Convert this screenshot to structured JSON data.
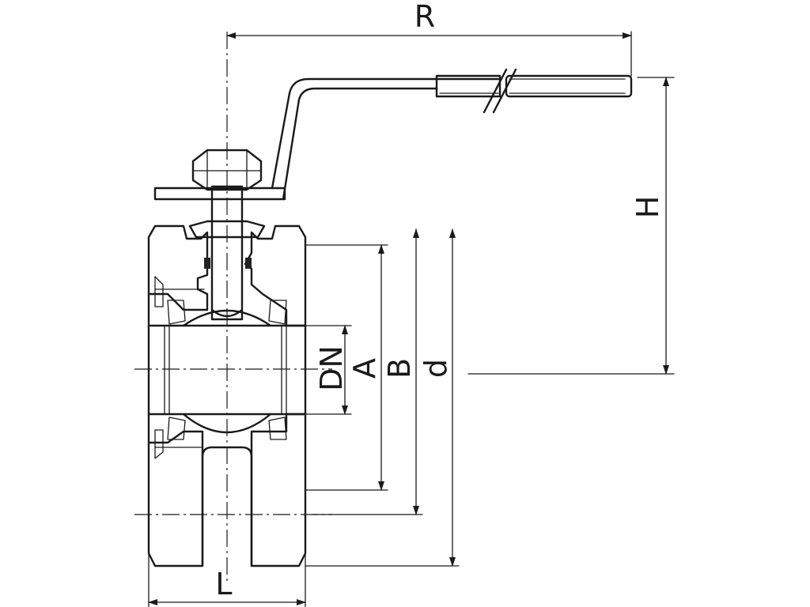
{
  "drawing": {
    "dimension_labels": {
      "R": "R",
      "H": "H",
      "DN": "DN",
      "A": "A",
      "B": "B",
      "d": "d",
      "L": "L"
    }
  }
}
